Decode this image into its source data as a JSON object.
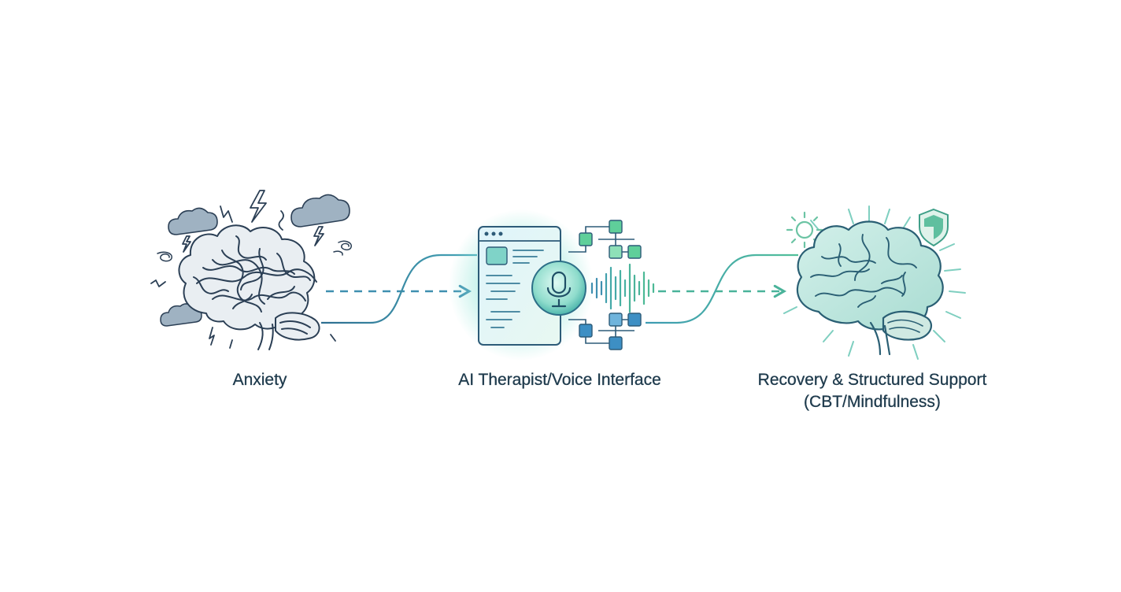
{
  "stages": [
    {
      "id": "anxiety",
      "label": "Anxiety"
    },
    {
      "id": "ai-therapist",
      "label": "AI Therapist/Voice Interface"
    },
    {
      "id": "recovery",
      "label_line1": "Recovery & Structured Support",
      "label_line2": "(CBT/Mindfulness)"
    }
  ],
  "icons": {
    "anxiety": [
      "tangled-brain-icon",
      "storm-cloud-icon",
      "lightning-bolt-icon",
      "spiral-icon"
    ],
    "ai": [
      "browser-window-icon",
      "microphone-icon",
      "sound-wave-icon",
      "node-network-icon"
    ],
    "recovery": [
      "calm-brain-icon",
      "sun-icon",
      "shield-icon",
      "radiating-lines-icon"
    ]
  },
  "colors": {
    "anxiety_stroke": "#2b3f55",
    "cloud_fill": "#9fb2c2",
    "arrow_blue": "#3f8fb0",
    "arrow_green": "#4ab39a",
    "ai_glow": "#7fe0d0",
    "node_green": "#5fcf9a",
    "node_blue": "#3d8fc4",
    "calm_brain": "#bfe6df",
    "label_text": "#1f3b4d"
  }
}
